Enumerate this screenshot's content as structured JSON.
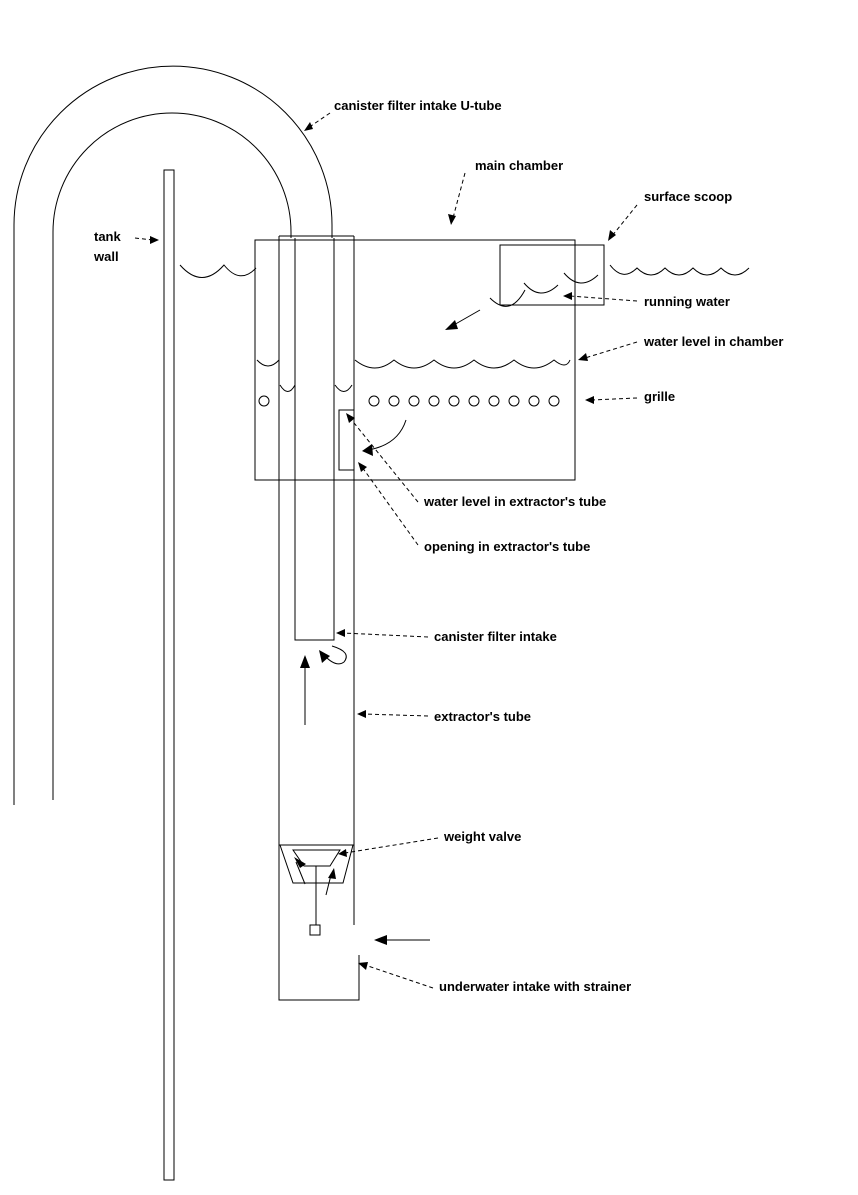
{
  "labels": {
    "u_tube": "canister filter intake U-tube",
    "main_chamber": "main chamber",
    "surface_scoop": "surface scoop",
    "tank_wall_1": "tank",
    "tank_wall_2": "wall",
    "running_water": "running water",
    "water_level_chamber": "water level in chamber",
    "grille": "grille",
    "water_level_tube": "water level in extractor's tube",
    "opening_tube": "opening in extractor's tube",
    "canister_intake": "canister filter intake",
    "extractor_tube": "extractor's tube",
    "weight_valve": "weight valve",
    "underwater_intake": "underwater intake with strainer"
  }
}
